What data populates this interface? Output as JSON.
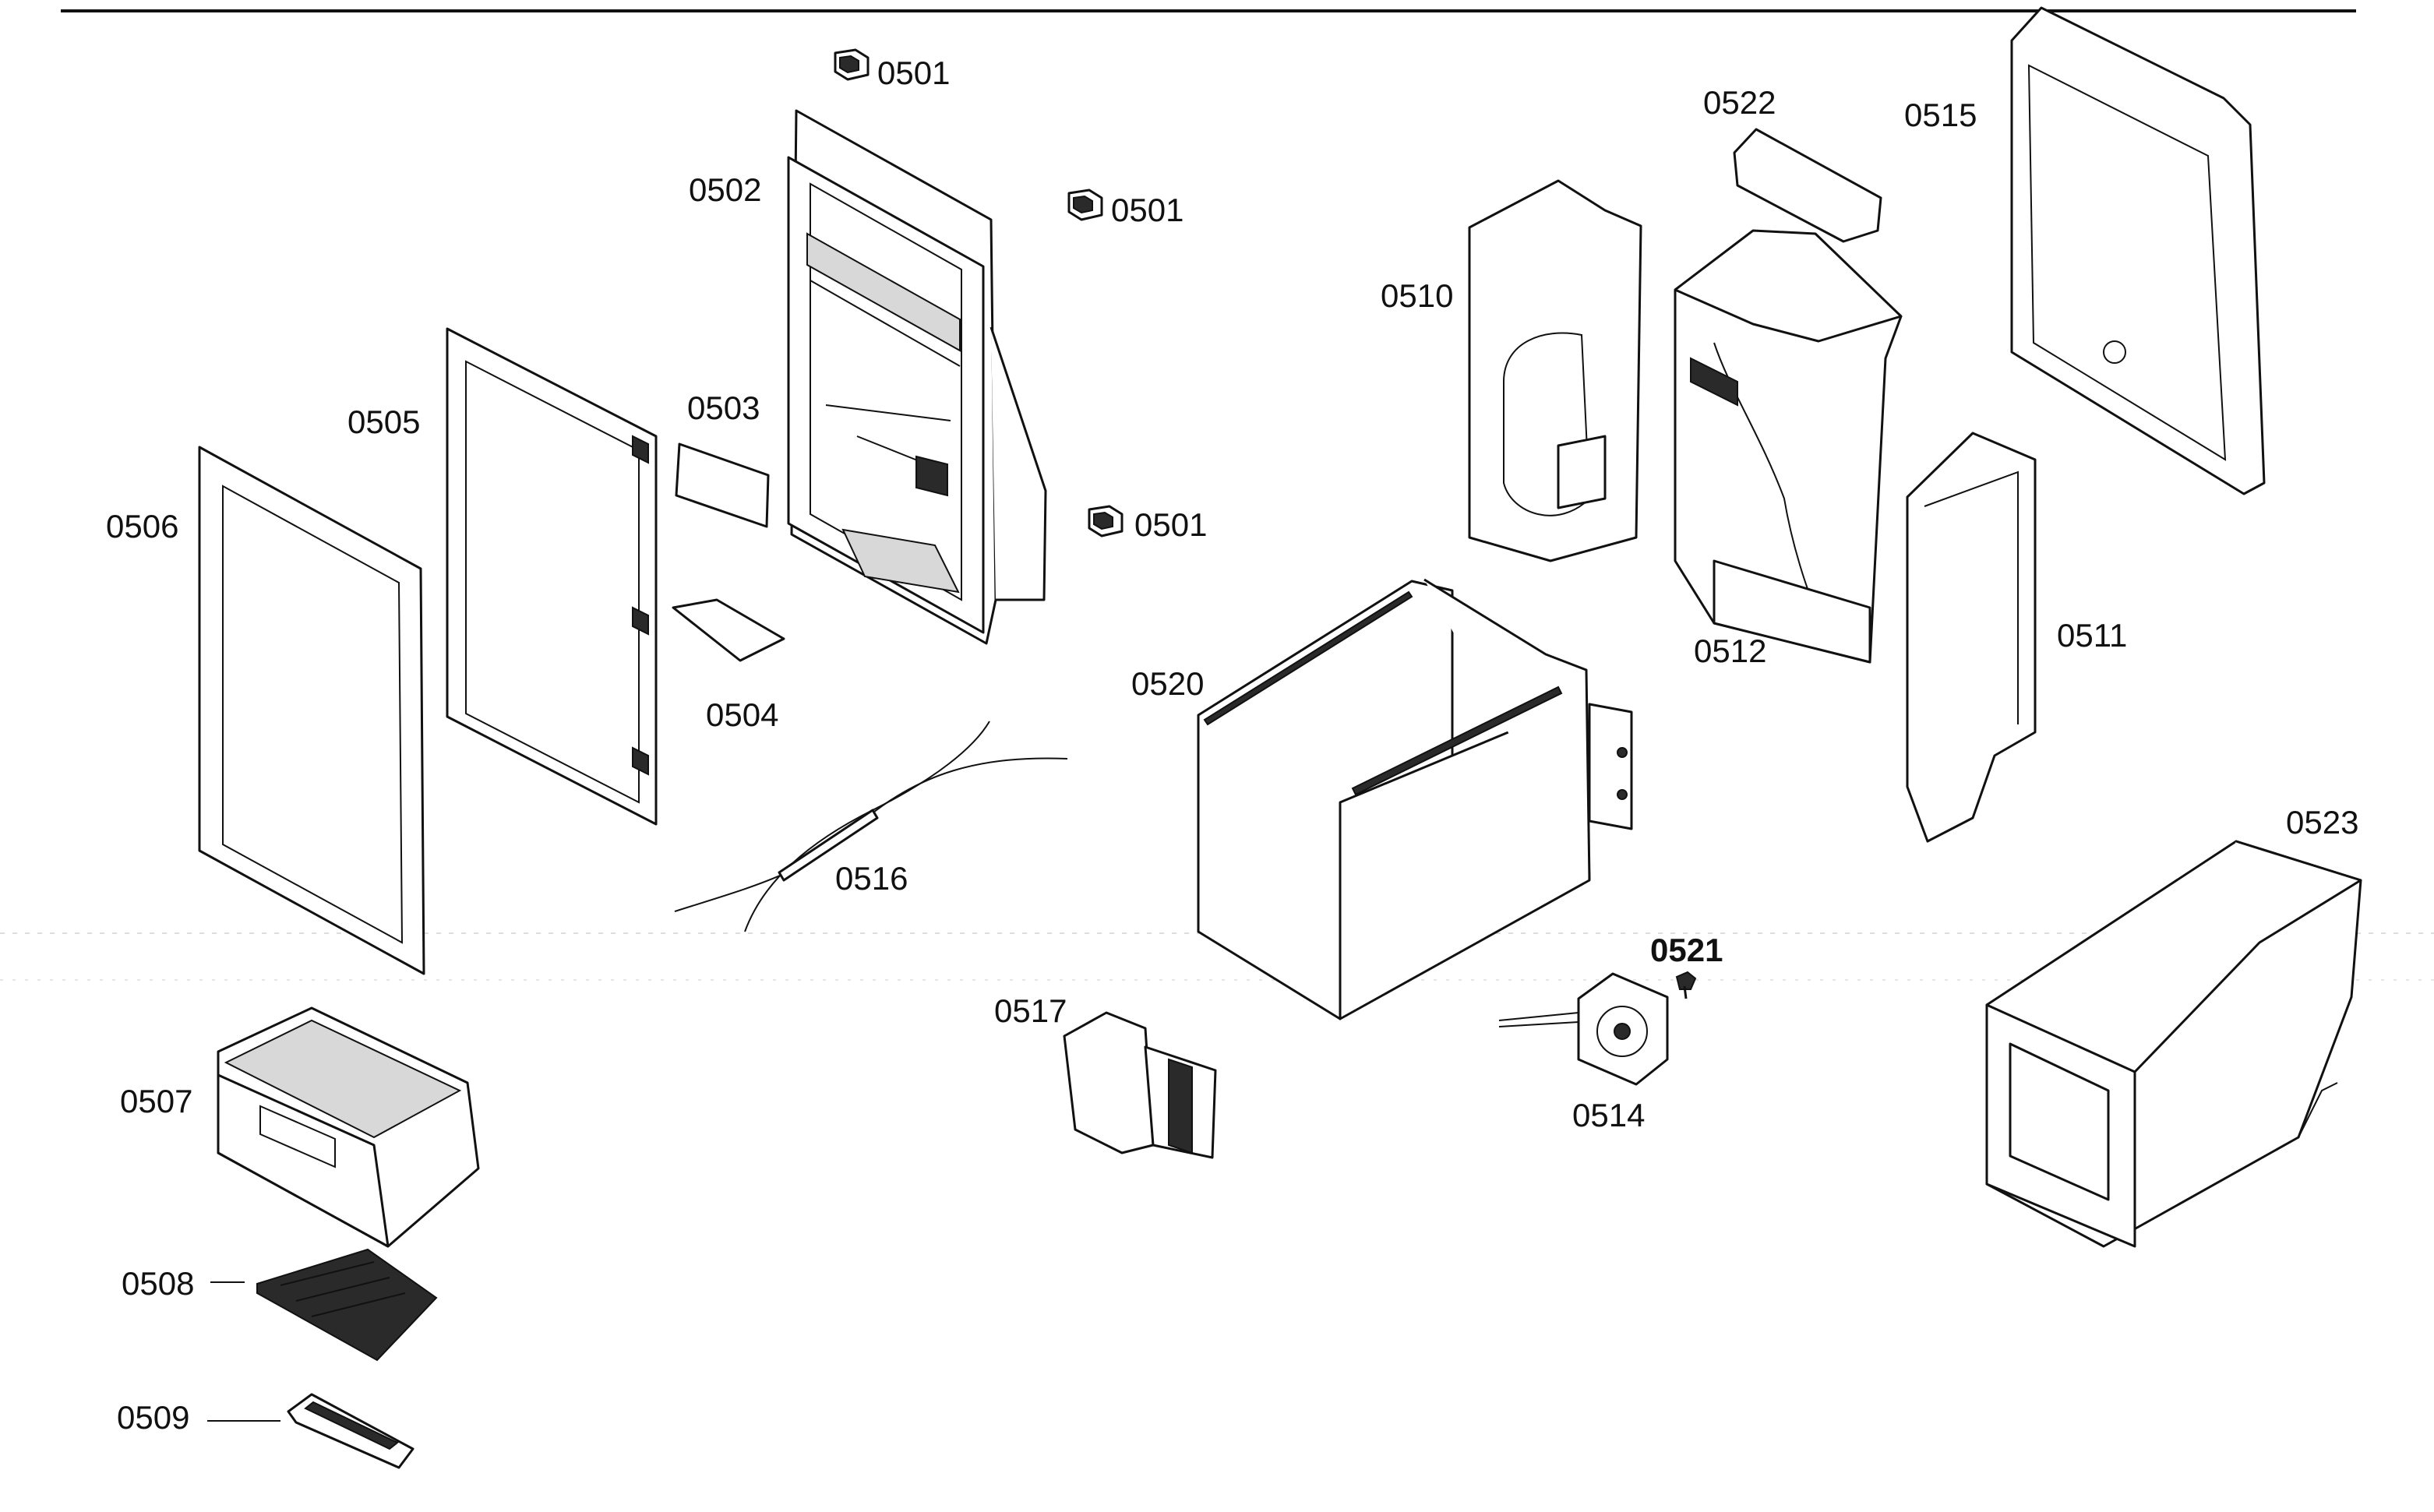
{
  "labels": {
    "p0501a": "0501",
    "p0501b": "0501",
    "p0501c": "0501",
    "p0502": "0502",
    "p0503": "0503",
    "p0504": "0504",
    "p0505": "0505",
    "p0506": "0506",
    "p0507": "0507",
    "p0508": "0508",
    "p0509": "0509",
    "p0510": "0510",
    "p0511": "0511",
    "p0512": "0512",
    "p0514": "0514",
    "p0515": "0515",
    "p0516": "0516",
    "p0517": "0517",
    "p0520": "0520",
    "p0521": "0521",
    "p0522": "0522",
    "p0523": "0523"
  }
}
